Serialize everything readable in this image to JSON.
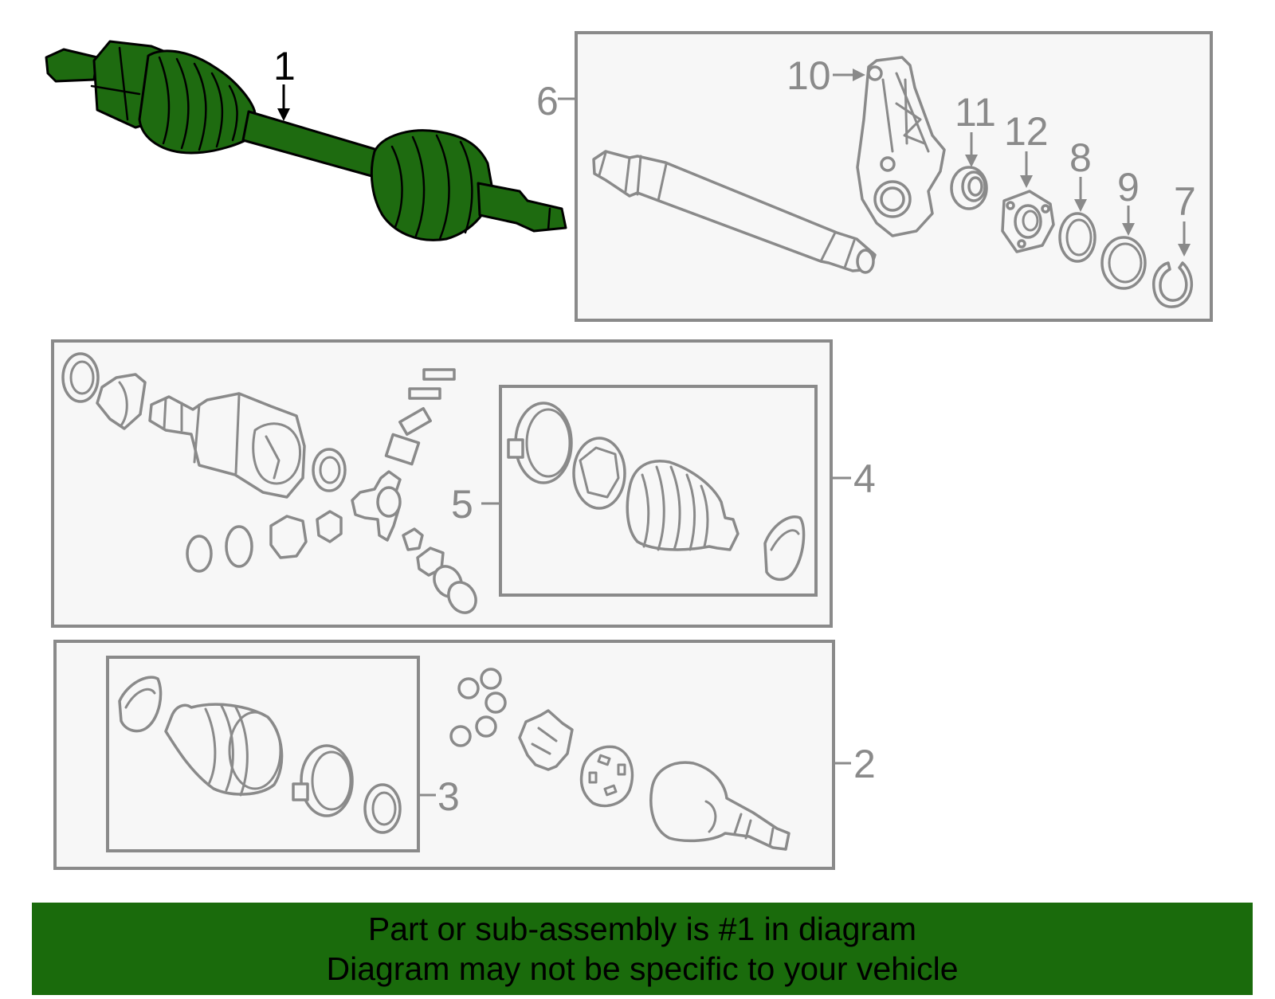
{
  "callouts": {
    "c1": "1",
    "c2": "2",
    "c3": "3",
    "c4": "4",
    "c5": "5",
    "c6": "6",
    "c7": "7",
    "c8": "8",
    "c9": "9",
    "c10": "10",
    "c11": "11",
    "c12": "12"
  },
  "banner": {
    "line1": "Part or sub-assembly is #1 in diagram",
    "line2": "Diagram may not be specific to your vehicle"
  },
  "colors": {
    "highlight_part": "#1e6b10",
    "banner_bg": "#1a6b0c",
    "line_gray": "#8a8a8a"
  }
}
